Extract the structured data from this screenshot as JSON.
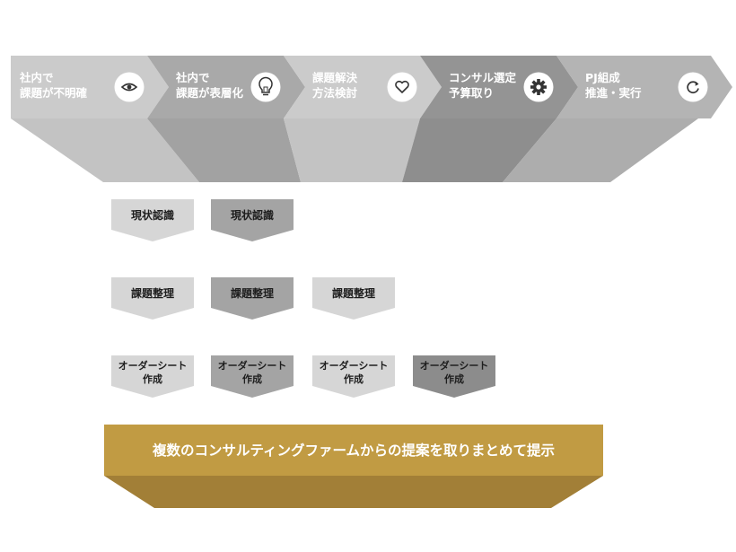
{
  "stages": [
    {
      "id": "s1",
      "line1": "社内で",
      "line2": "課題が不明確",
      "icon": "eye-icon",
      "color": "#cbcbcb"
    },
    {
      "id": "s2",
      "line1": "社内で",
      "line2": "課題が表層化",
      "icon": "lightbulb-icon",
      "color": "#a9a9a9"
    },
    {
      "id": "s3",
      "line1": "課題解決",
      "line2": "方法検討",
      "icon": "heart-icon",
      "color": "#cbcbcb"
    },
    {
      "id": "s4",
      "line1": "コンサル選定",
      "line2": "予算取り",
      "icon": "gear-icon",
      "color": "#949494"
    },
    {
      "id": "s5",
      "line1": "PJ組成",
      "line2": "推進・実行",
      "icon": "refresh-icon",
      "color": "#b4b4b4"
    }
  ],
  "task_rows": [
    {
      "row": "genjo",
      "items": [
        {
          "col": 0,
          "label": "現状認識"
        },
        {
          "col": 1,
          "label": "現状認識"
        }
      ]
    },
    {
      "row": "kadai",
      "items": [
        {
          "col": 0,
          "label": "課題整理"
        },
        {
          "col": 1,
          "label": "課題整理"
        },
        {
          "col": 2,
          "label": "課題整理"
        }
      ]
    },
    {
      "row": "order",
      "items": [
        {
          "col": 0,
          "line1": "オーダーシート",
          "line2": "作成"
        },
        {
          "col": 1,
          "line1": "オーダーシート",
          "line2": "作成"
        },
        {
          "col": 2,
          "line1": "オーダーシート",
          "line2": "作成"
        },
        {
          "col": 3,
          "line1": "オーダーシート",
          "line2": "作成"
        }
      ]
    }
  ],
  "task_colors": [
    "#d6d6d6",
    "#a4a4a4",
    "#d6d6d6",
    "#8c8c8c"
  ],
  "banner": {
    "label": "複数のコンサルティングファームからの提案を取りまとめて提示",
    "color": "#c19b43",
    "shadow": "#a27f37"
  }
}
